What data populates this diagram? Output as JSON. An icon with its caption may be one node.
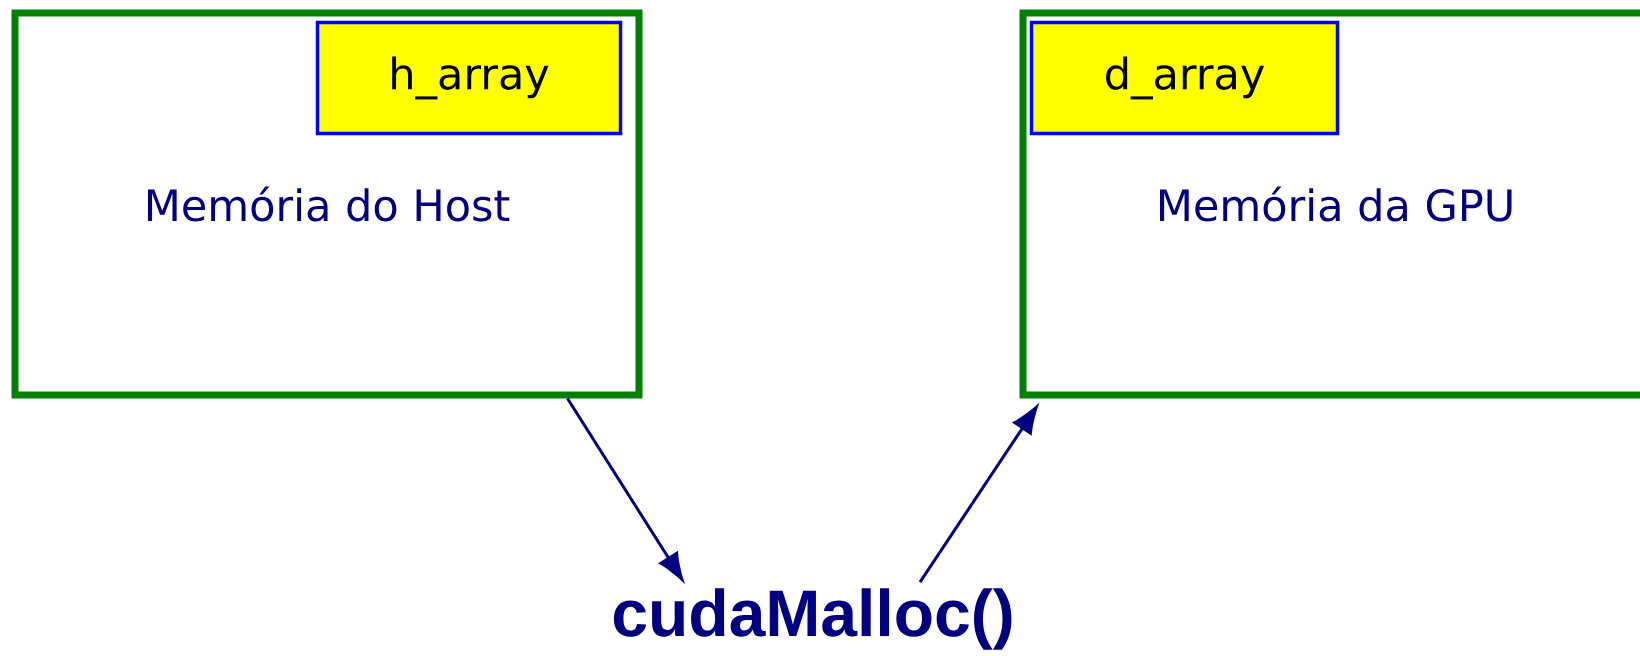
{
  "diagram": {
    "nodes": [
      {
        "text": [
          "Memória do Host"
        ]
      },
      {
        "text": [
          "h_array"
        ],
        "in": 0
      },
      {
        "text": [
          "Memória da GPU"
        ]
      },
      {
        "text": [
          "d_array"
        ],
        "in": 2
      },
      {
        "text": [
          "cudaMalloc()"
        ]
      }
    ],
    "edges": [
      {
        "from": 0,
        "to": 4,
        "arrow": "to"
      },
      {
        "from": 4,
        "to": 2,
        "arrow": "to"
      }
    ]
  }
}
